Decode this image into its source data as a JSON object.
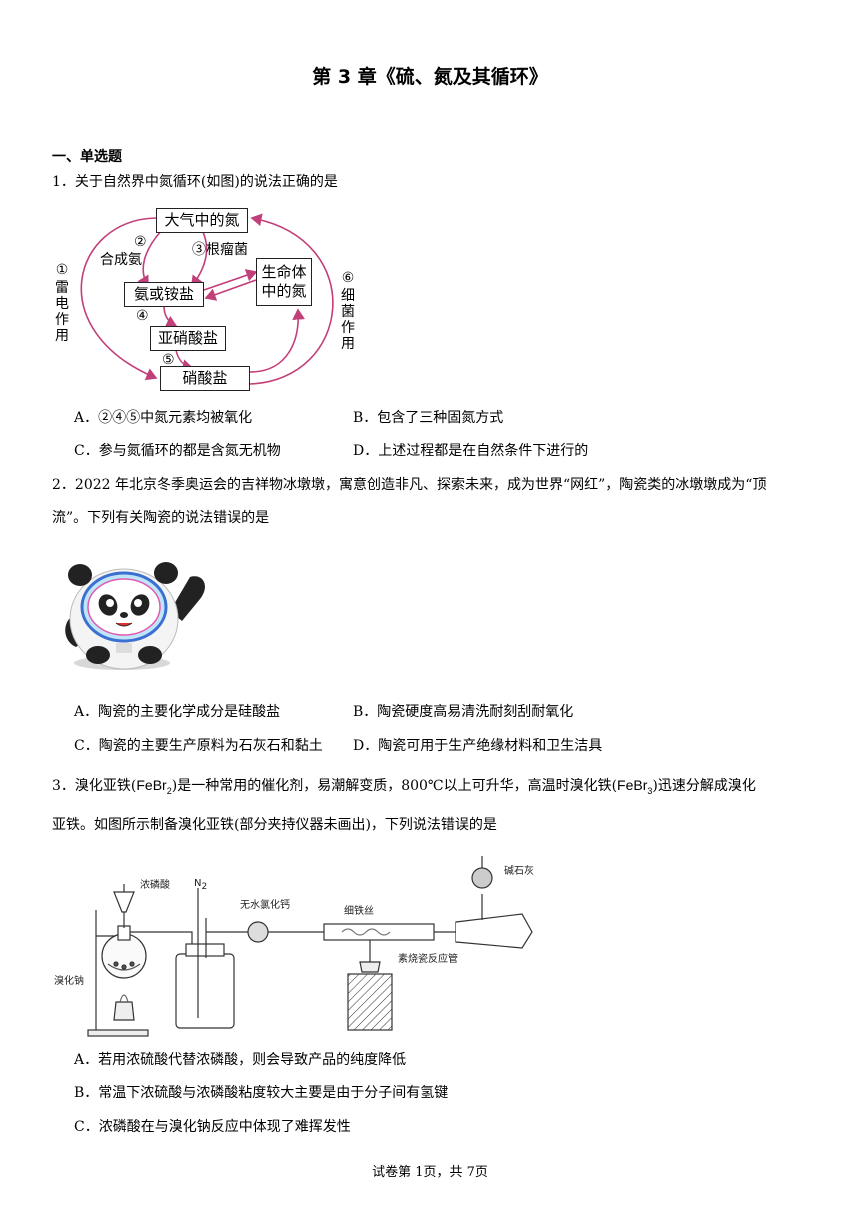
{
  "title": "第 3 章《硫、氮及其循环》",
  "section": "一、单选题",
  "q1": {
    "stem": "1．关于自然界中氮循环(如图)的说法正确的是",
    "diagram": {
      "atmosphere": "大气中的氮",
      "ammonia": "氨或铵盐",
      "nitrite": "亚硝酸盐",
      "nitrate": "硝酸盐",
      "life_line1": "生命体",
      "life_line2": "中的氮",
      "n1": "①",
      "n1_text": [
        "雷",
        "电",
        "作",
        "用"
      ],
      "n2": "②",
      "n2_text": "合成氨",
      "n3": "③根瘤菌",
      "n4": "④",
      "n5": "⑤",
      "n6": "⑥",
      "n6_text": [
        "细",
        "菌",
        "作",
        "用"
      ]
    },
    "options": {
      "A": "A．②④⑤中氮元素均被氧化",
      "B": "B．包含了三种固氮方式",
      "C": "C．参与氮循环的都是含氮无机物",
      "D": "D．上述过程都是在自然条件下进行的"
    }
  },
  "q2": {
    "stem_line1": "2．2022 年北京冬季奥运会的吉祥物冰墩墩，寓意创造非凡、探索未来，成为世界“网红”，陶瓷类的冰墩墩成为“顶",
    "stem_line2": "流”。下列有关陶瓷的说法错误的是",
    "options": {
      "A": "A．陶瓷的主要化学成分是硅酸盐",
      "B": "B．陶瓷硬度高易清洗耐刻刮耐氧化",
      "C": "C．陶瓷的主要生产原料为石灰石和黏土",
      "D": "D．陶瓷可用于生产绝缘材料和卫生洁具"
    }
  },
  "q3": {
    "stem_a": "3．溴化亚铁(",
    "f1_main": "FeBr",
    "f1_sub": "2",
    "stem_b": ")是一种常用的催化剂，易潮解变质，800℃以上可升华，高温时溴化铁(",
    "f2_main": "FeBr",
    "f2_sub": "3",
    "stem_c": ")迅速分解成溴化",
    "stem_line2": "亚铁。如图所示制备溴化亚铁(部分夹持仪器未画出)，下列说法错误的是",
    "apparatus": {
      "phosphoric": "浓磷酸",
      "n2_main": "N",
      "n2_sub": "2",
      "cacl2": "无水氯化钙",
      "iron_wire": "细铁丝",
      "soda_lime": "碱石灰",
      "nabr": "溴化钠",
      "tube": "素烧瓷反应管"
    },
    "options": {
      "A": "A．若用浓硫酸代替浓磷酸，则会导致产品的纯度降低",
      "B": "B．常温下浓硫酸与浓磷酸粘度较大主要是由于分子间有氢键",
      "C": "C．浓磷酸在与溴化钠反应中体现了难挥发性"
    }
  },
  "footer": "试卷第 1页，共 7页"
}
